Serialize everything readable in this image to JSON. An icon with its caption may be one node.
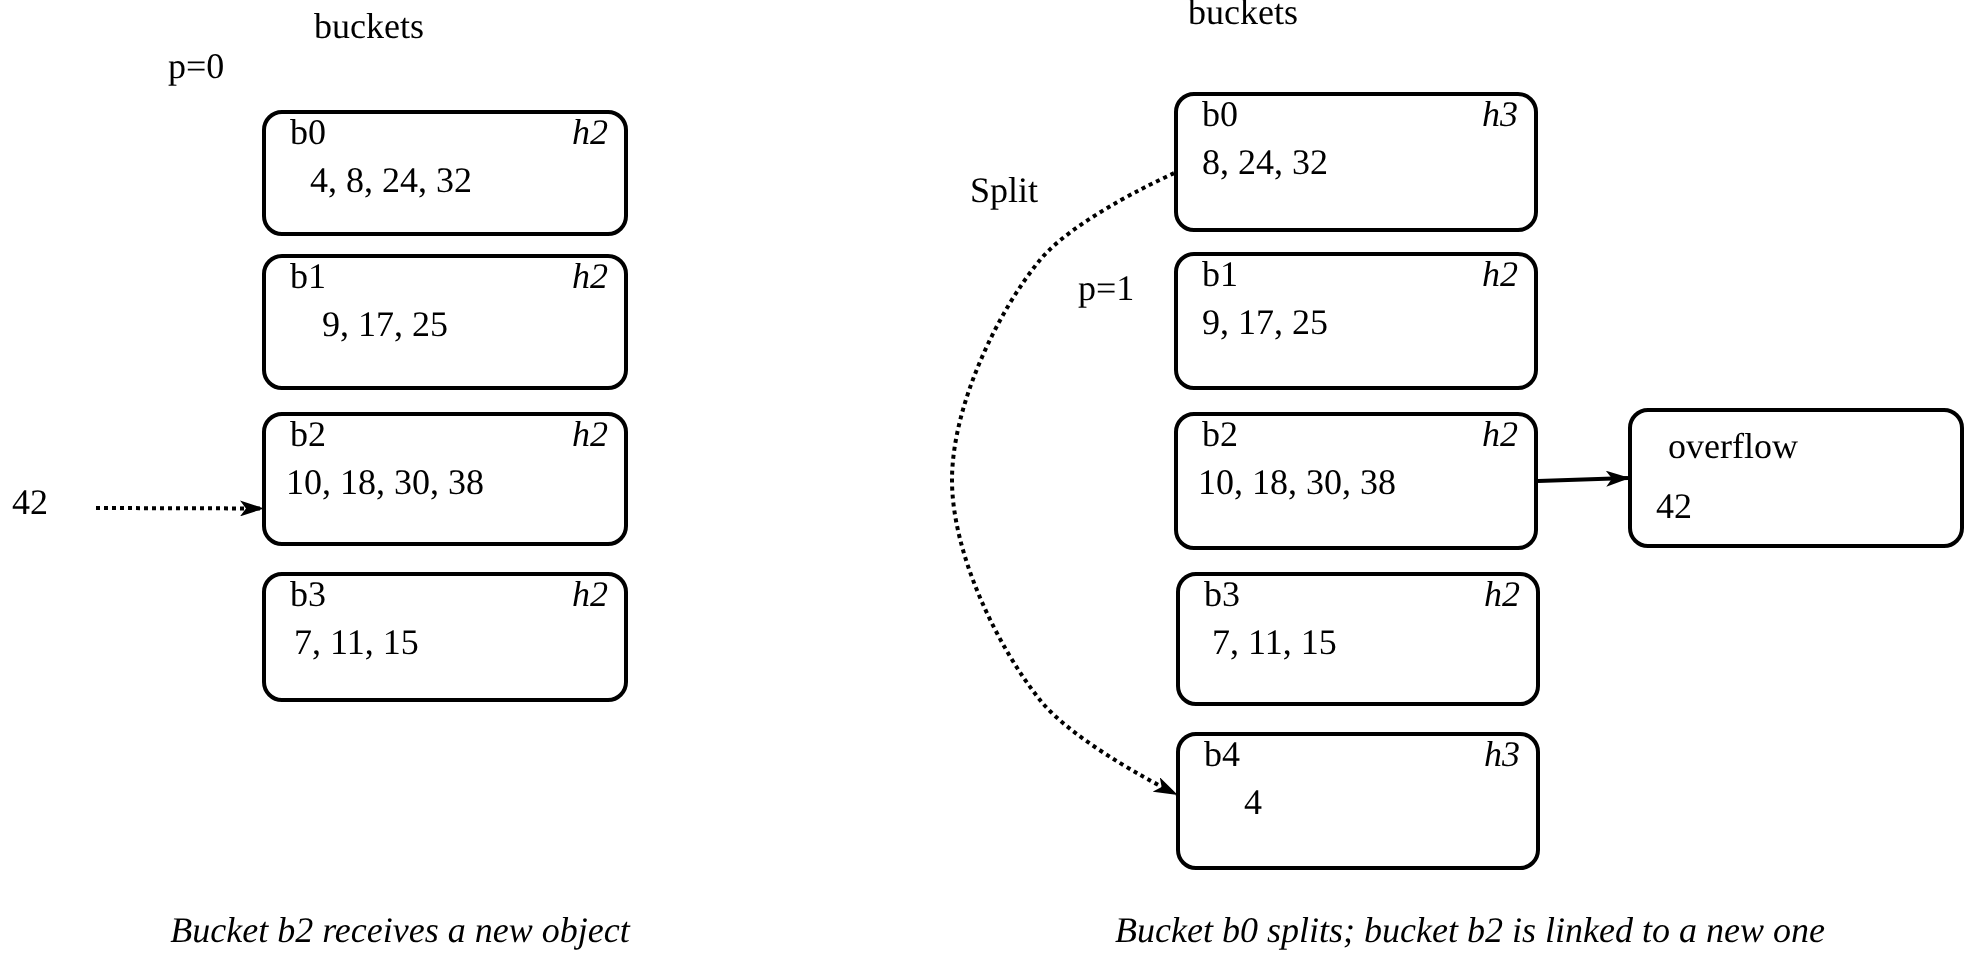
{
  "diagram": {
    "nodes": [
      {
        "text": [
          "b0",
          "h2",
          "4, 8, 24, 32"
        ]
      },
      {
        "text": [
          "b1",
          "h2",
          "9, 17, 25"
        ]
      },
      {
        "text": [
          "b2",
          "h2",
          "10, 18, 30, 38"
        ]
      },
      {
        "text": [
          "b3",
          "h2",
          "7, 11, 15"
        ]
      },
      {
        "text": [
          "42"
        ]
      },
      {
        "text": [
          "b0",
          "h3",
          "8, 24, 32"
        ]
      },
      {
        "text": [
          "b1",
          "h2",
          "9, 17, 25"
        ]
      },
      {
        "text": [
          "b2",
          "h2",
          "10, 18, 30, 38"
        ]
      },
      {
        "text": [
          "b3",
          "h2",
          "7, 11, 15"
        ]
      },
      {
        "text": [
          "b4",
          "h3",
          "4"
        ]
      },
      {
        "text": [
          "overflow",
          "42"
        ]
      }
    ],
    "edges": [
      {
        "from": 4,
        "to": 2,
        "arrow": "to",
        "style": "dashed"
      },
      {
        "from": 5,
        "to": 9,
        "arrow": "to",
        "style": "dashed",
        "label": "Split"
      },
      {
        "from": 7,
        "to": 10,
        "arrow": "to"
      }
    ],
    "labels": [
      "buckets",
      "p=0",
      "buckets",
      "p=1",
      "Bucket b2 receives a new object",
      "Bucket b0 splits; bucket b2 is linked to a new one"
    ]
  }
}
